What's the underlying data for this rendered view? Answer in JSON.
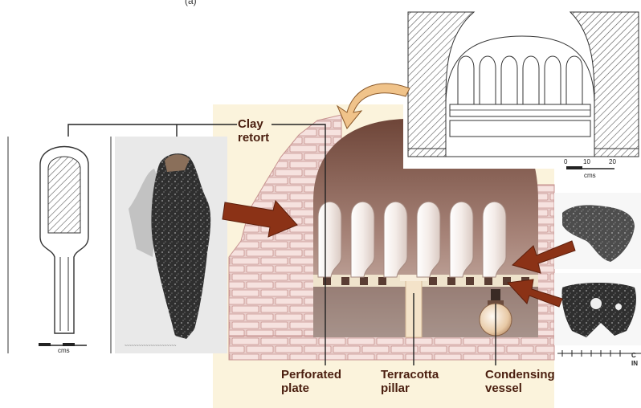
{
  "figure": {
    "panel_label": "(a)"
  },
  "labels": {
    "clay_retort": "Clay\nretort",
    "perforated_plate": "Perforated\nplate",
    "terracotta_pillar": "Terracotta\npillar",
    "condensing_vessel": "Condensing\nvessel"
  },
  "scales": {
    "top_right_ticks": [
      "0",
      "10",
      "20"
    ],
    "top_right_unit": "cms",
    "left_unit": "cms",
    "right_unit_top": "C",
    "right_unit_bottom": "IN"
  },
  "colors": {
    "label_text": "#4a1e0f",
    "arrow_fill": "#8b3216",
    "brick_fill": "#f3d8d5",
    "brick_edge": "#c98f8b",
    "chamber_top": "#7a5244",
    "chamber_bottom": "#c9b1a6",
    "background_panel": "#fbf3dc"
  }
}
